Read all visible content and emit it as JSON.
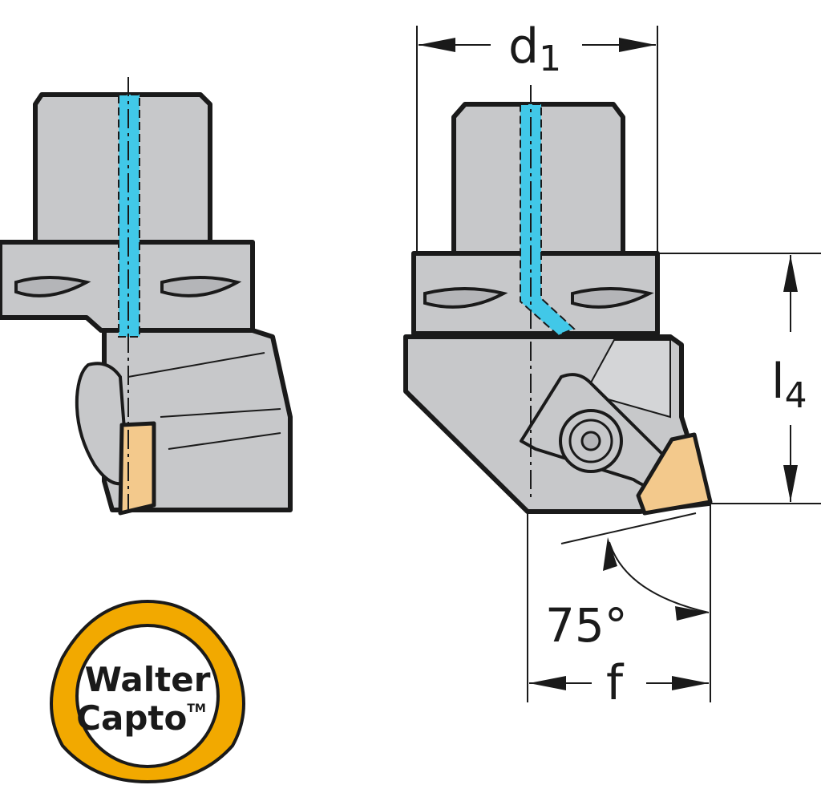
{
  "labels": {
    "d1_main": "d",
    "d1_sub": "1",
    "l4_main": "l",
    "l4_sub": "4",
    "angle": "75°",
    "f": "f"
  },
  "logo": {
    "line1": "Walter",
    "line2": "Capto",
    "trademark": "TM"
  },
  "colors": {
    "body": "#c7c8ca",
    "outline": "#1a1a1a",
    "coolant": "#41c8e8",
    "insert": "#f3c98c",
    "logo_ring": "#f2a900"
  }
}
